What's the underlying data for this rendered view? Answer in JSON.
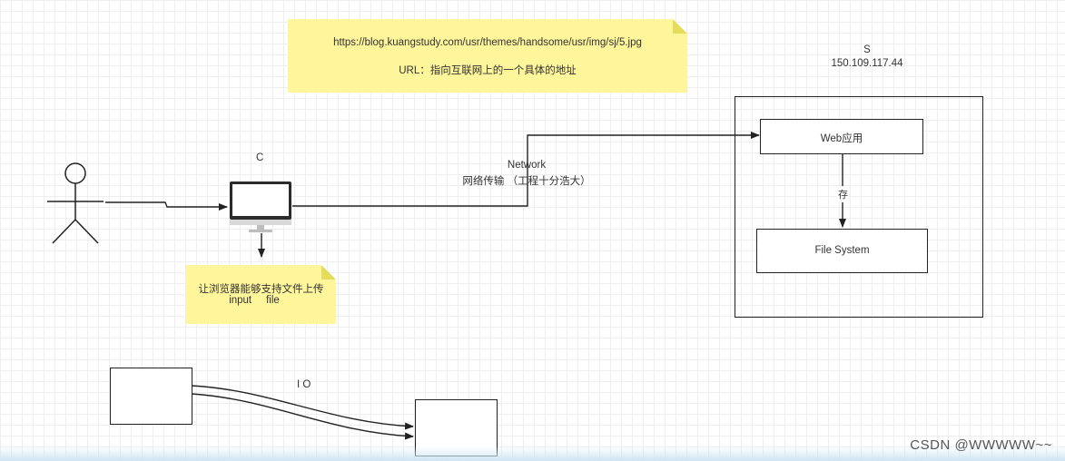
{
  "note_url": {
    "line1": "https://blog.kuangstudy.com/usr/themes/handsome/usr/img/sj/5.jpg",
    "line2": "URL：指向互联网上的一个具体的地址"
  },
  "client_label": "C",
  "server": {
    "label": "S",
    "ip": "150.109.117.44"
  },
  "network": {
    "line1": "Network",
    "line2": "网络传输 （工程十分浩大）"
  },
  "web_app_label": "Web应用",
  "store_label": "存",
  "file_system_label": "File System",
  "note_upload": {
    "line1": "让浏览器能够支持文件上传",
    "line2": "input     file"
  },
  "io_label": "I O",
  "watermark": "CSDN @WWWWW~~",
  "colors": {
    "note": "#fff59a",
    "note_fold": "#e6dc5c",
    "line": "#222222",
    "grid": "#eeeeee"
  }
}
